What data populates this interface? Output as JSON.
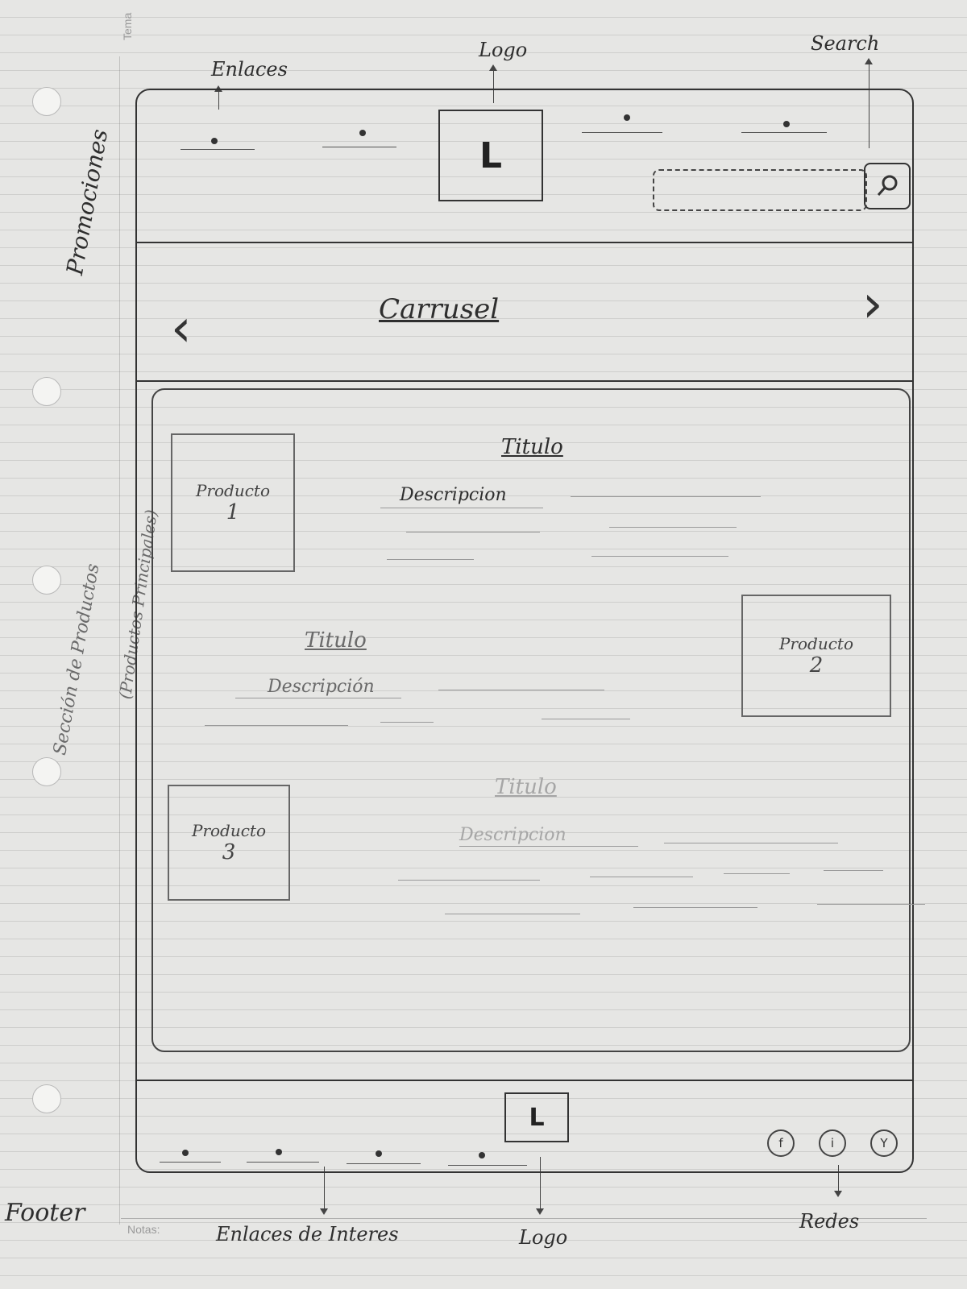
{
  "paper": {
    "tema_label": "Tema",
    "notas_label": "Notas:"
  },
  "annotations": {
    "enlaces": "Enlaces",
    "logo": "Logo",
    "search": "Search",
    "promociones": "Promociones",
    "seccion_productos": "Sección de Productos",
    "productos_principales": "(Productos Principales)",
    "footer": "Footer",
    "enlaces_interes": "Enlaces de Interes",
    "logo_footer": "Logo",
    "redes": "Redes"
  },
  "header": {
    "logo_letter": "L",
    "search_icon": "search-icon"
  },
  "carousel": {
    "label": "Carrusel",
    "prev_icon": "chevron-left-icon",
    "next_icon": "chevron-right-icon"
  },
  "products": {
    "items": [
      {
        "box_label": "Producto",
        "box_number": "1",
        "title": "Titulo",
        "description": "Descripcion"
      },
      {
        "box_label": "Producto",
        "box_number": "2",
        "title": "Titulo",
        "description": "Descripción"
      },
      {
        "box_label": "Producto",
        "box_number": "3",
        "title": "Titulo",
        "description": "Descripcion"
      }
    ]
  },
  "footer": {
    "logo_letter": "L",
    "social": [
      {
        "icon": "facebook-icon",
        "glyph": "f"
      },
      {
        "icon": "info-icon",
        "glyph": "i"
      },
      {
        "icon": "youtube-icon",
        "glyph": "Y"
      }
    ]
  }
}
